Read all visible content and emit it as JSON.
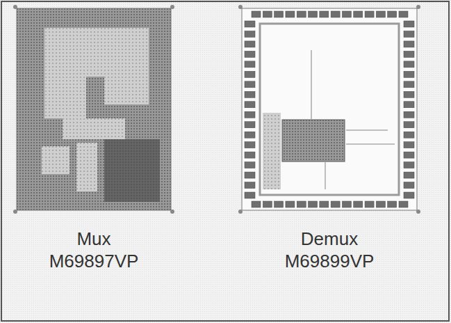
{
  "diagram": {
    "labels": [
      "Mux",
      "M69897VP",
      "Demux",
      "M69899VP"
    ]
  }
}
